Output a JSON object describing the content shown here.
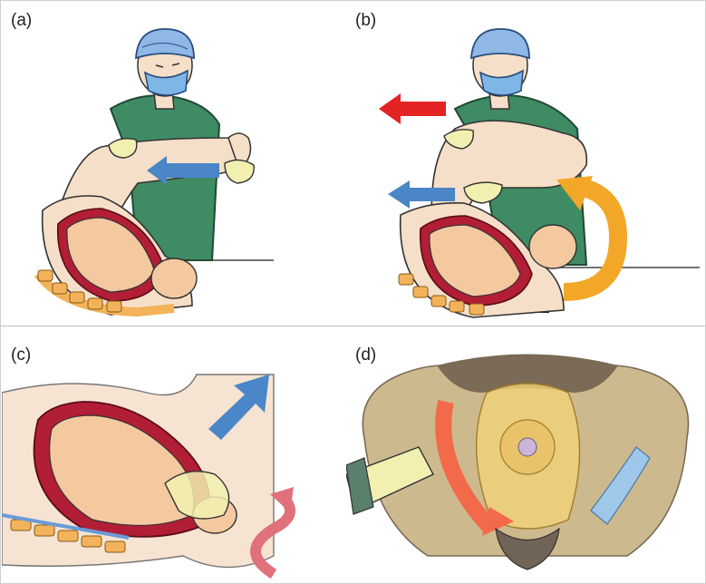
{
  "panels": [
    {
      "label": "(a)"
    },
    {
      "label": "(b)"
    },
    {
      "label": "(c)"
    },
    {
      "label": "(d)"
    }
  ],
  "colors": {
    "scrubs": "#3f8b63",
    "cap": "#8fb8e6",
    "mask": "#7fb6e8",
    "skin": "#f6dfc8",
    "glove": "#f2f0b0",
    "uterus": "#b21e35",
    "fetus": "#f4c9a0",
    "spine": "#f2b35a",
    "arrow_blue": "#4a86c8",
    "arrow_red": "#e42424",
    "arrow_orange": "#f2a728",
    "arrow_black": "#111111",
    "arrow_pink": "#e0707a",
    "pelvis_bone": "#cdb98e",
    "pelvis_dark": "#7b6a55",
    "ligament": "#9ec7ea"
  }
}
